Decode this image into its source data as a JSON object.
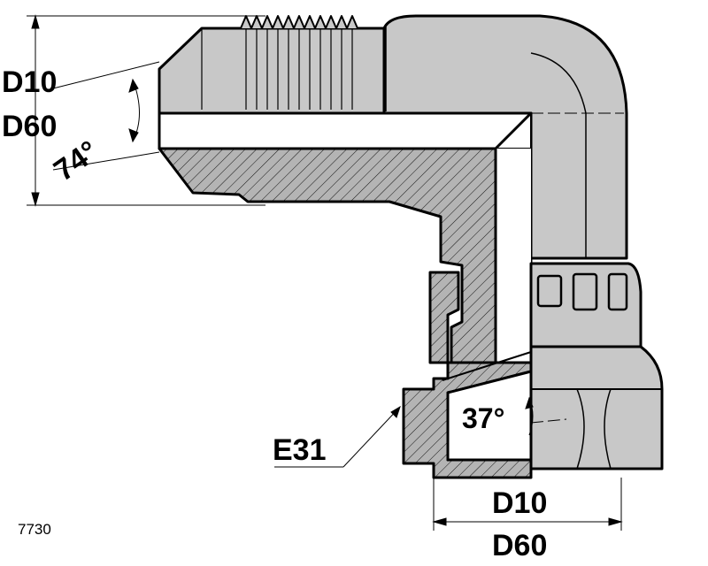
{
  "labels": {
    "d10_left": "D10",
    "d60_left": "D60",
    "angle_flare": "74°",
    "angle_cone": "37°",
    "callout": "E31",
    "d10_bottom": "D10",
    "d60_bottom": "D60",
    "ref_number": "7730"
  },
  "colors": {
    "body_fill": "#c8c8c8",
    "section_fill": "#b4b4b4",
    "outline": "#000000",
    "hatch": "#000000",
    "background": "#ffffff"
  }
}
